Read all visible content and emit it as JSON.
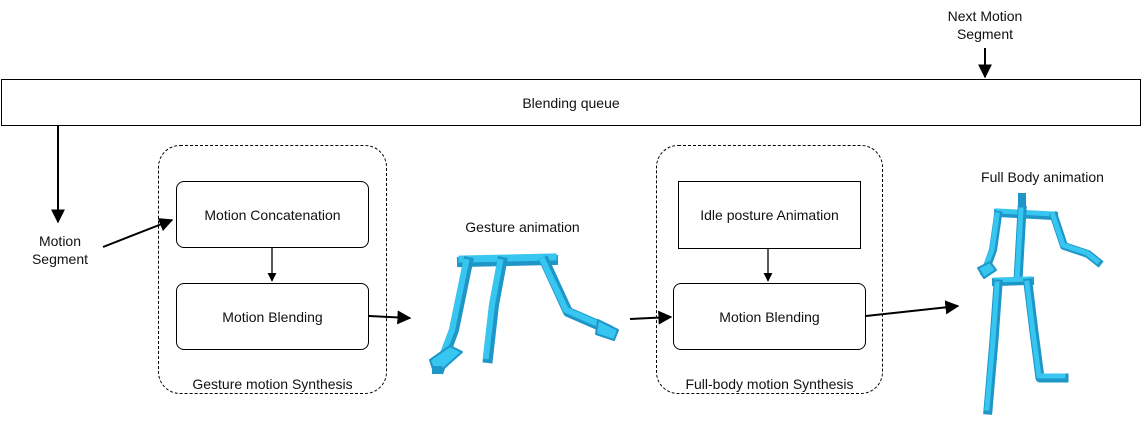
{
  "queue": {
    "label": "Blending queue"
  },
  "next_segment": {
    "line1": "Next Motion",
    "line2": "Segment"
  },
  "motion_segment": {
    "line1": "Motion",
    "line2": "Segment"
  },
  "gesture_group": {
    "caption": "Gesture motion Synthesis",
    "concat_label": "Motion Concatenation",
    "blend_label": "Motion Blending"
  },
  "gesture_output": {
    "label": "Gesture animation"
  },
  "fullbody_group": {
    "caption": "Full-body motion Synthesis",
    "idle_label": "Idle posture Animation",
    "blend_label": "Motion Blending"
  },
  "fullbody_output": {
    "label": "Full Body animation"
  },
  "colors": {
    "skeleton_main": "#36c6f0",
    "skeleton_dark": "#1e96c8",
    "stroke": "#000000"
  }
}
